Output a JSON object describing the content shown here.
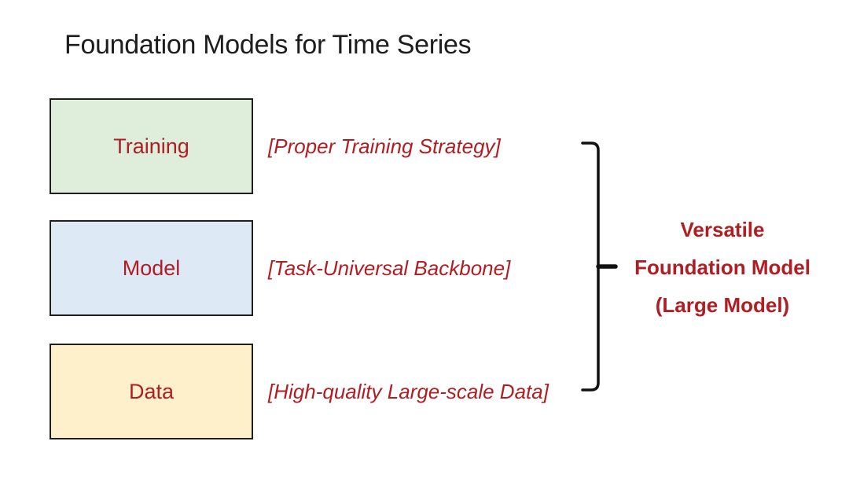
{
  "title": "Foundation Models for Time Series",
  "rows": [
    {
      "box_label": "Training",
      "annotation": "[Proper Training Strategy]",
      "box_color": "#deeeda"
    },
    {
      "box_label": "Model",
      "annotation": "[Task-Universal Backbone]",
      "box_color": "#dde9f5"
    },
    {
      "box_label": "Data",
      "annotation": "[High-quality Large-scale Data]",
      "box_color": "#fdf0ca"
    }
  ],
  "result": {
    "lines": [
      "Versatile",
      "Foundation Model",
      "(Large Model)"
    ]
  },
  "colors": {
    "accent_red": "#b01e23",
    "box_border": "#1f1f1f",
    "bracket": "#111111",
    "title_text": "#1d1d1d"
  }
}
